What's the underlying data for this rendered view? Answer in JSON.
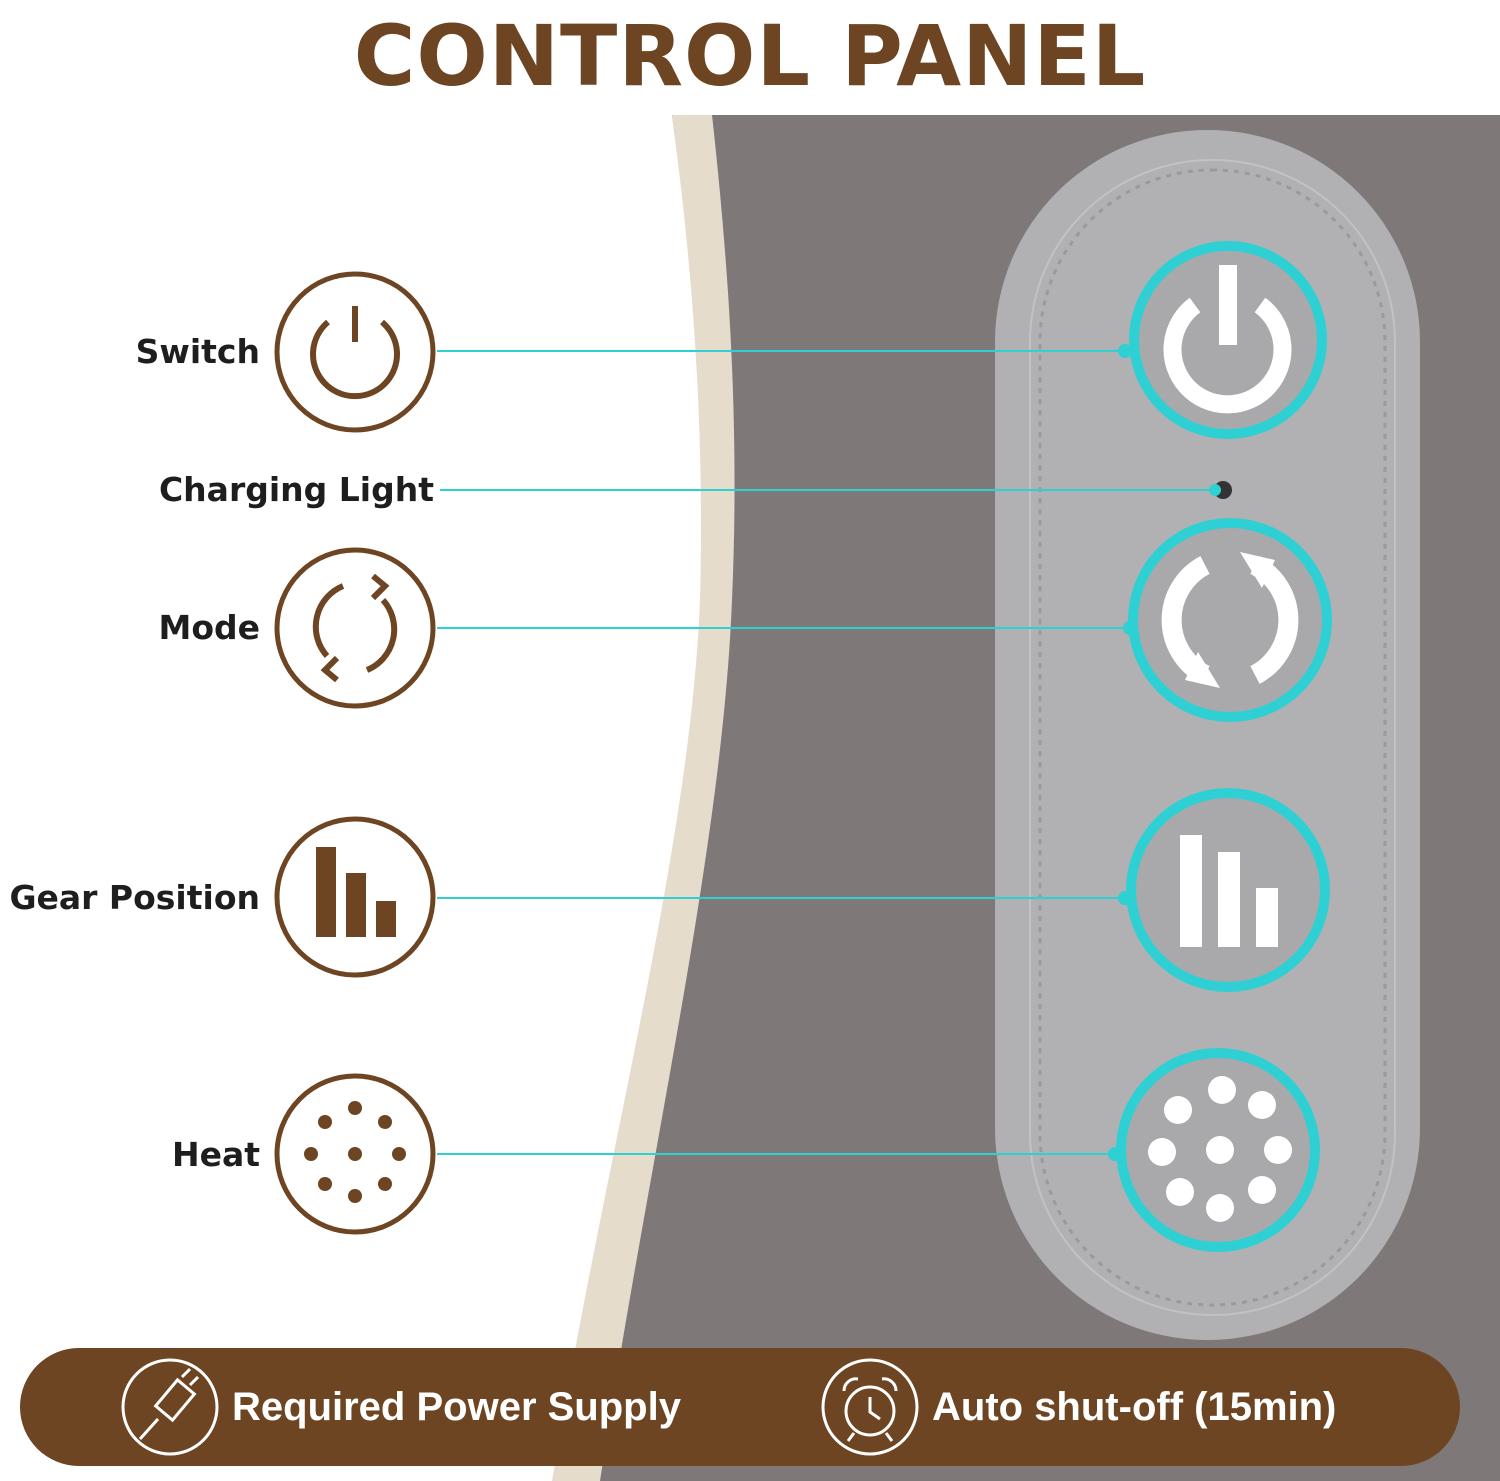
{
  "title": "CONTROL PANEL",
  "colors": {
    "brown": "#6e4522",
    "cyan": "#2ed0d4",
    "gray_bg": "#7f7879",
    "panel": "#b1b1b3",
    "cream": "#e6dccb"
  },
  "features": [
    {
      "label": "Switch",
      "icon": "power-icon"
    },
    {
      "label": "Charging Light",
      "icon": "indicator-dot"
    },
    {
      "label": "Mode",
      "icon": "cycle-arrows-icon"
    },
    {
      "label": "Gear Position",
      "icon": "bars-icon"
    },
    {
      "label": "Heat",
      "icon": "heat-dots-icon"
    }
  ],
  "banner": {
    "power": {
      "label": "Required Power Supply",
      "icon": "usb-cable-icon"
    },
    "timer": {
      "label": "Auto shut-off (15min)",
      "icon": "alarm-clock-icon"
    }
  }
}
